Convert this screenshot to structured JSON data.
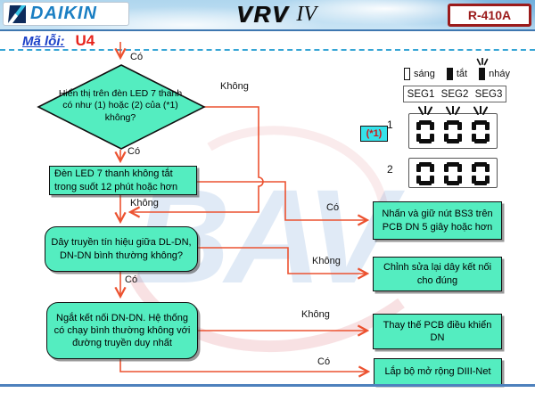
{
  "header": {
    "brand": "DAIKIN",
    "product": "VRV",
    "product_suffix": "IV",
    "refrigerant_badge": "R-410A"
  },
  "error": {
    "label": "Mã lỗi:",
    "code": "U4"
  },
  "legend": {
    "items": [
      {
        "label": "sáng",
        "style": "outline"
      },
      {
        "label": "tắt",
        "style": "filled"
      },
      {
        "label": "nháy",
        "style": "blink"
      }
    ],
    "seg_labels": [
      "SEG1",
      "SEG2",
      "SEG3"
    ],
    "note_ref": "(*1)",
    "displays": [
      {
        "label": "1",
        "digits": "000",
        "blink": true
      },
      {
        "label": "2",
        "digits": "000",
        "blink": false
      }
    ]
  },
  "flow": {
    "labels": {
      "yes": "Có",
      "no": "Không"
    },
    "nodes": {
      "decision1": "Hiển thị trên đèn LED 7 thanh có như (1) hoặc (2) của (*1) không?",
      "process1": "Đèn LED 7 thanh không tắt trong suốt 12 phút hoặc hơn",
      "decision2": "Dây truyền tín hiệu giữa DL-DN, DN-DN bình thường không?",
      "decision3": "Ngắt kết nối DN-DN. Hệ thống có chạy bình thường không với đường truyền duy nhất",
      "action_bs3": "Nhấn và giữ nút BS3 trên PCB DN 5 giây hoặc hơn",
      "action_fix_wiring": "Chỉnh sửa lại dây kết nối cho đúng",
      "action_replace_pcb": "Thay thế PCB điều khiển DN",
      "action_diii_net": "Lắp bộ mở rộng DIII-Net"
    }
  },
  "watermark": {
    "text": "BAV"
  },
  "colors": {
    "node_fill": "#54EDC0",
    "connector": "#EC5230",
    "dashed_divider": "#35A5D5",
    "bottom_divider": "#4E81BD",
    "note_fill": "#35E2EA",
    "brand_blue": "#1B7FC3",
    "badge_red": "#9B1B1B",
    "error_code_red": "#E8241C",
    "error_label_blue": "#1C41C8"
  }
}
